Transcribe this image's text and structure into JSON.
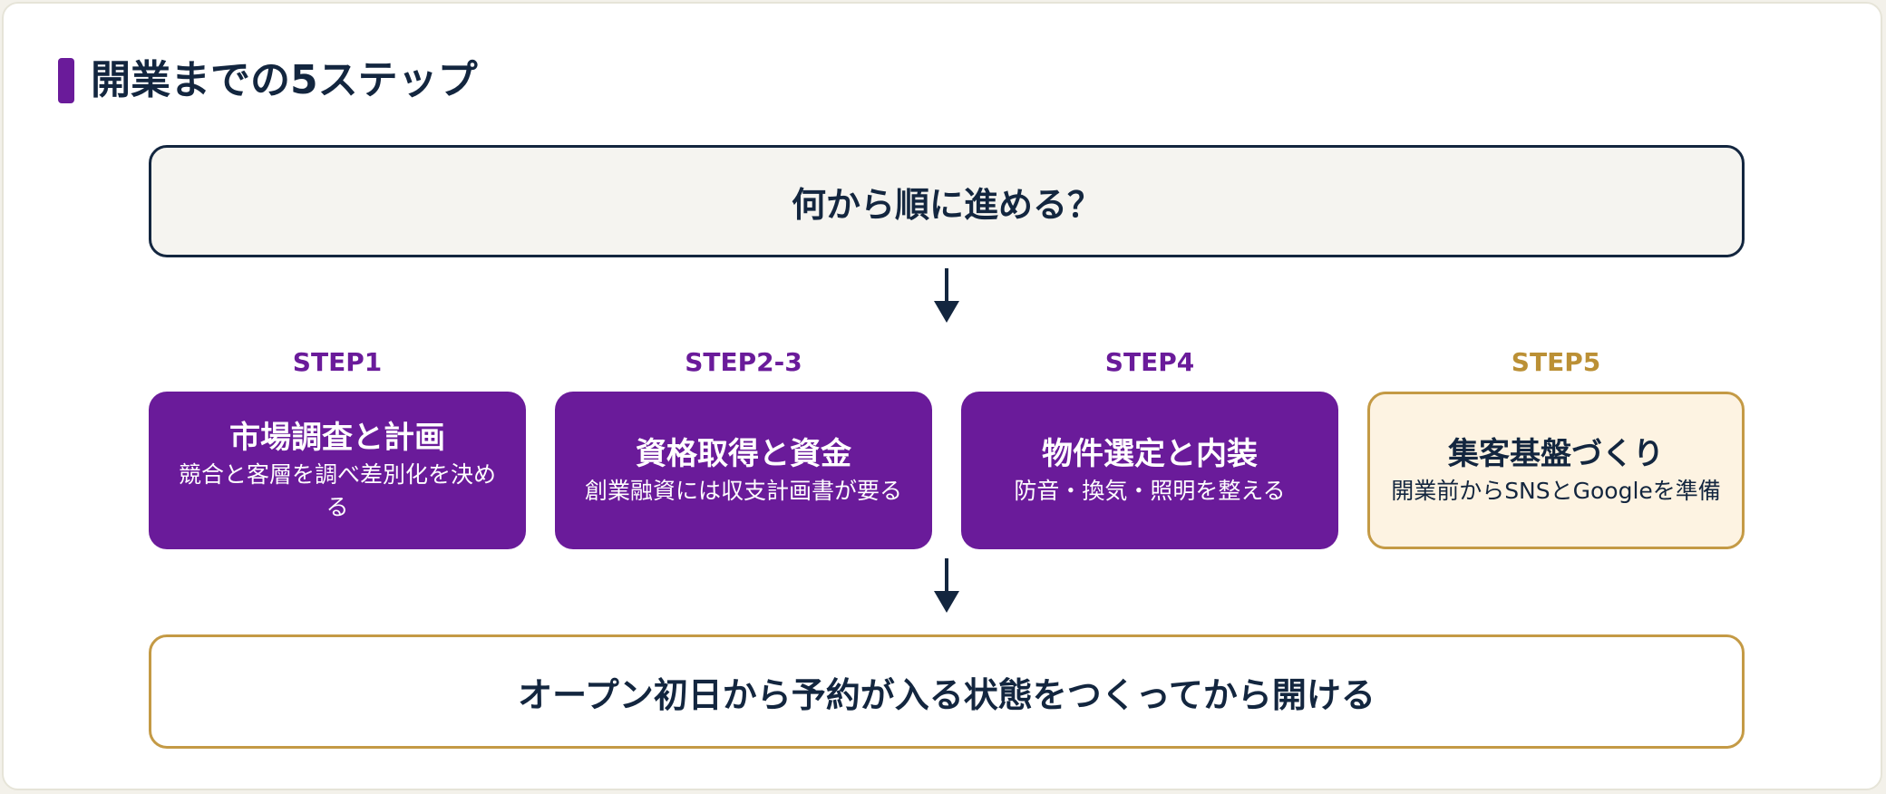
{
  "header": {
    "title": "開業までの5ステップ"
  },
  "question": "何から順に進める？",
  "steps": [
    {
      "label": "STEP1",
      "title": "市場調査と計画",
      "desc": "競合と客層を調べ差別化を決める"
    },
    {
      "label": "STEP2-3",
      "title": "資格取得と資金",
      "desc": "創業融資には収支計画書が要る"
    },
    {
      "label": "STEP4",
      "title": "物件選定と内装",
      "desc": "防音・換気・照明を整える"
    },
    {
      "label": "STEP5",
      "title": "集客基盤づくり",
      "desc": "開業前からSNSとGoogleを準備"
    }
  ],
  "goal": "オープン初日から予約が入る状態をつくってから開ける",
  "colors": {
    "navy": "#13263f",
    "purple": "#6a1b9a",
    "gold": "#c49a45",
    "cream": "#fdf3e2",
    "light_gray": "#f5f4f0"
  },
  "icons": [
    "arrow-down-icon"
  ]
}
